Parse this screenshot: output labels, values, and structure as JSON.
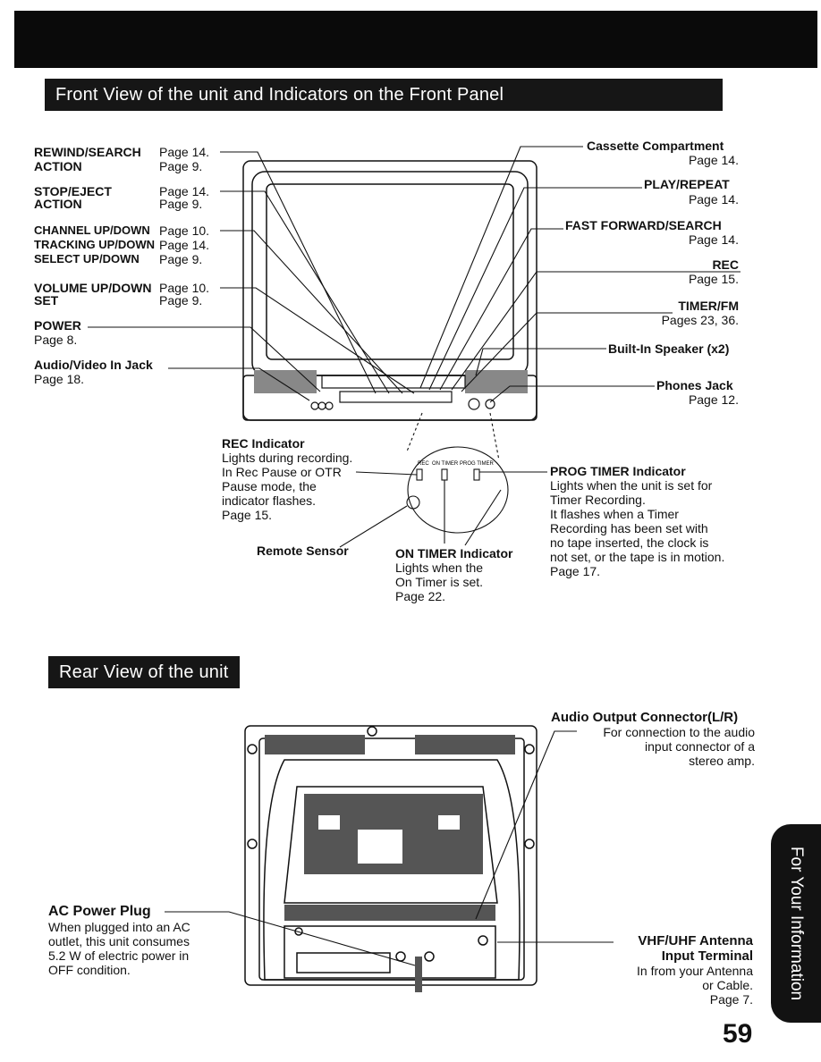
{
  "banners": {
    "front": "Front View of the unit and Indicators on the Front Panel",
    "rear": "Rear View of the unit"
  },
  "front": {
    "left": {
      "rewind": "REWIND/SEARCH",
      "rewind_page": "Page 14.",
      "action1": "ACTION",
      "action1_page": "Page 9.",
      "stop": "STOP/EJECT",
      "stop_page": "Page 14.",
      "action2": "ACTION",
      "action2_page": "Page 9.",
      "channel": "CHANNEL UP/DOWN",
      "channel_page": "Page 10.",
      "tracking": "TRACKING UP/DOWN",
      "tracking_page": "Page 14.",
      "select": "SELECT UP/DOWN",
      "select_page": "Page 9.",
      "volume": "VOLUME UP/DOWN",
      "volume_page": "Page 10.",
      "set": "SET",
      "set_page": "Page 9.",
      "power": "POWER",
      "power_page": "Page 8.",
      "av_jack": "Audio/Video In Jack",
      "av_jack_page": "Page 18."
    },
    "right": {
      "cassette": "Cassette Compartment",
      "cassette_page": "Page 14.",
      "play": "PLAY/REPEAT",
      "play_page": "Page 14.",
      "ff": "FAST FORWARD/SEARCH",
      "ff_page": "Page 14.",
      "rec": "REC",
      "rec_page": "Page 15.",
      "timer": "TIMER/FM",
      "timer_page": "Pages 23, 36.",
      "speaker": "Built-In Speaker (x2)",
      "phones": "Phones Jack",
      "phones_page": "Page 12."
    },
    "indicators": {
      "rec_title": "REC Indicator",
      "rec_desc": [
        "Lights during recording.",
        "In Rec Pause or OTR",
        "Pause mode, the",
        "indicator flashes.",
        "Page 15."
      ],
      "remote": "Remote Sensor",
      "on_timer_title": "ON TIMER Indicator",
      "on_timer_desc": [
        "Lights when the",
        "On Timer is set.",
        "Page 22."
      ],
      "prog_title": "PROG TIMER Indicator",
      "prog_desc": [
        "Lights when the unit is set for",
        "Timer Recording.",
        "It flashes when a Timer",
        "Recording has been set with",
        "no tape inserted, the clock is",
        "not set, or the tape is in motion.",
        "Page 17."
      ],
      "panel_labels": [
        "REC",
        "ON TIMER",
        "PROG TIMER"
      ]
    }
  },
  "rear": {
    "audio_title": "Audio Output Connector(L/R)",
    "audio_desc": [
      "For connection to the audio",
      "input connector of a",
      "stereo amp."
    ],
    "ac_title": "AC Power Plug",
    "ac_desc": [
      "When plugged into an AC",
      "outlet, this unit consumes",
      "5.2 W of electric power in",
      "OFF condition."
    ],
    "vhf_title1": "VHF/UHF Antenna",
    "vhf_title2": "Input Terminal",
    "vhf_desc": [
      "In from your Antenna",
      "or Cable.",
      "Page 7."
    ]
  },
  "side_tab": "For Your Information",
  "page_number": "59"
}
